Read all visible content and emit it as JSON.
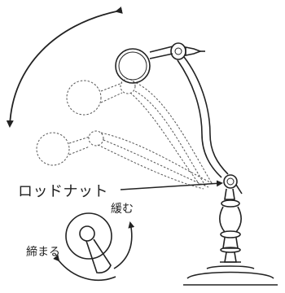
{
  "labels": {
    "rod_nut": "ロッドナット",
    "loosen": "緩む",
    "tighten": "締まる"
  },
  "colors": {
    "line": "#222222",
    "dashed": "#555555",
    "background": "#ffffff"
  },
  "icons": {
    "swing_arrow": "double-headed-arc-arrow",
    "loosen_arrow": "counterclockwise-arc-arrow",
    "tighten_arrow": "clockwise-arc-arrow"
  }
}
